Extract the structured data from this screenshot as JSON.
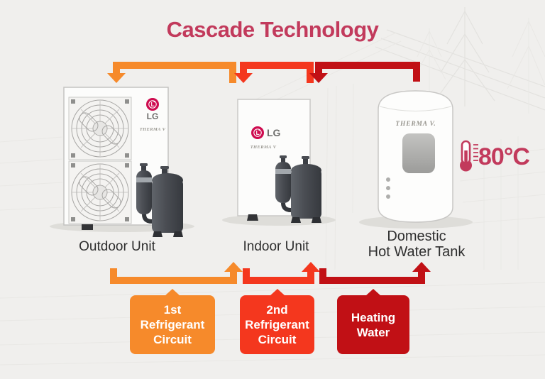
{
  "title": "Cascade Technology",
  "colors": {
    "title": "#C23A5C",
    "temperature": "#C23A5C",
    "first_circuit": "#F68A2B",
    "second_circuit": "#F4371E",
    "heating_water": "#C11015",
    "background": "#F0EFED"
  },
  "units": {
    "outdoor": {
      "label": "Outdoor Unit",
      "brand": "LG",
      "model": "THERMA V"
    },
    "indoor": {
      "label": "Indoor Unit",
      "brand": "LG",
      "model": "THERMA V"
    },
    "tank": {
      "label": "Domestic\nHot Water Tank",
      "model": "THERMA V."
    }
  },
  "temperature": {
    "label": "80°C",
    "icon": "thermometer-icon"
  },
  "legend": {
    "first": {
      "label": "1st\nRefrigerant\nCircuit",
      "color": "#F68A2B"
    },
    "second": {
      "label": "2nd\nRefrigerant\nCircuit",
      "color": "#F4371E"
    },
    "heating": {
      "label": "Heating\nWater",
      "color": "#C11015"
    }
  }
}
